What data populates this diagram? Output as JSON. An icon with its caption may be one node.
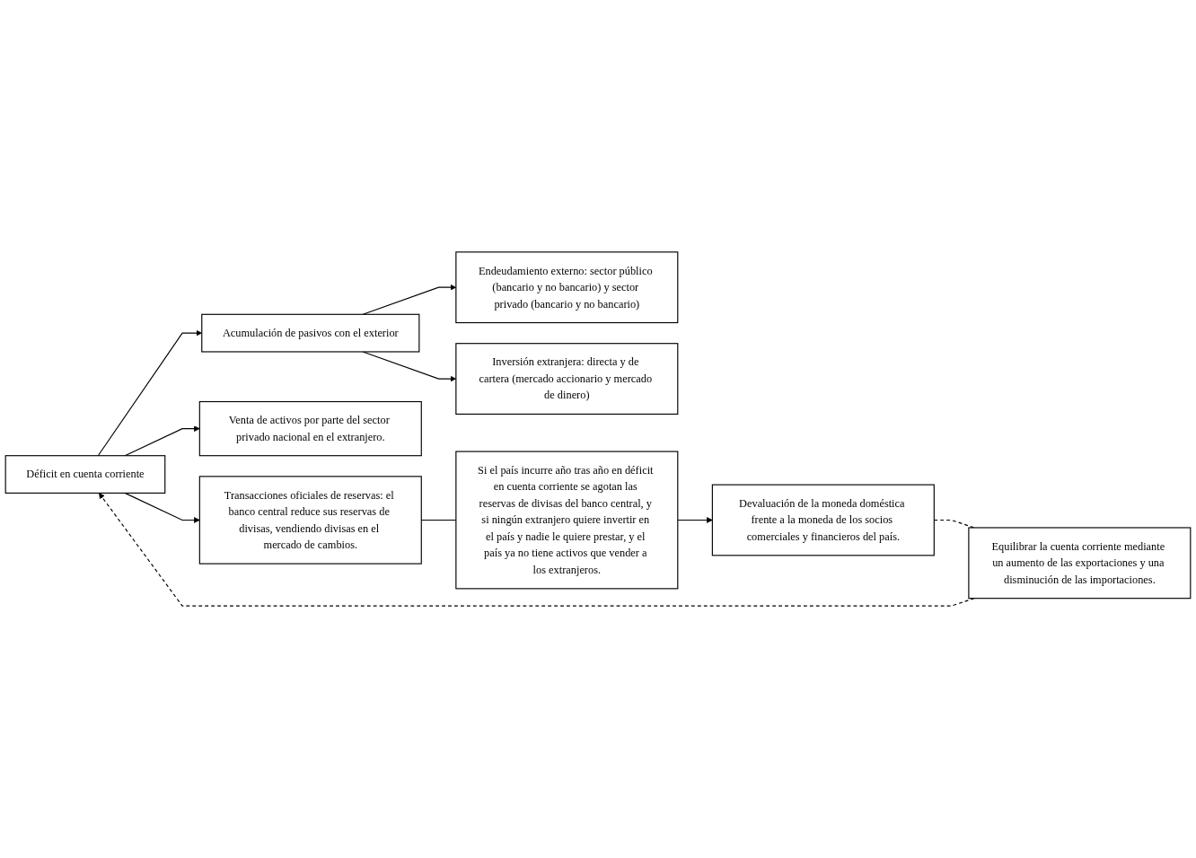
{
  "diagram": {
    "nodes": [
      {
        "text": [
          "Déficit en cuenta corriente"
        ]
      },
      {
        "text": [
          "Acumulación de pasivos con el exterior"
        ]
      },
      {
        "text": [
          "Endeudamiento externo: sector público (bancario y no bancario) y sector privado (bancario y no bancario)"
        ]
      },
      {
        "text": [
          "Inversión extranjera: directa y de cartera (mercado accionario y mercado de dinero)"
        ]
      },
      {
        "text": [
          "Venta de activos por parte del sector privado nacional en el extranjero."
        ]
      },
      {
        "text": [
          "Transacciones oficiales de reservas: el banco central reduce sus reservas de divisas, vendiendo divisas en el mercado de cambios."
        ]
      },
      {
        "text": [
          "Si el país incurre año tras año en déficit en cuenta corriente se agotan las reservas de divisas del banco central, y si ningún extranjero quiere invertir en el país y nadie le quiere prestar, y el país ya no tiene activos que vender a los extranjeros."
        ]
      },
      {
        "text": [
          "Devaluación de la moneda doméstica frente a la moneda de los socios comerciales y financieros del país."
        ]
      },
      {
        "text": [
          "Equilibrar la cuenta corriente mediante un aumento de las exportaciones y una disminución de las importaciones."
        ]
      }
    ],
    "edges": [
      {
        "from": 0,
        "to": 1,
        "arrow": "to"
      },
      {
        "from": 1,
        "to": 2,
        "arrow": "to"
      },
      {
        "from": 1,
        "to": 3,
        "arrow": "to"
      },
      {
        "from": 0,
        "to": 4,
        "arrow": "to"
      },
      {
        "from": 0,
        "to": 5,
        "arrow": "to"
      },
      {
        "from": 5,
        "to": 6,
        "arrow": "none"
      },
      {
        "from": 6,
        "to": 7,
        "arrow": "to"
      },
      {
        "from": 8,
        "to": 0,
        "arrow": "to",
        "style": "dashed"
      },
      {
        "from": 7,
        "to": 8,
        "arrow": "none",
        "style": "dashed"
      }
    ]
  }
}
